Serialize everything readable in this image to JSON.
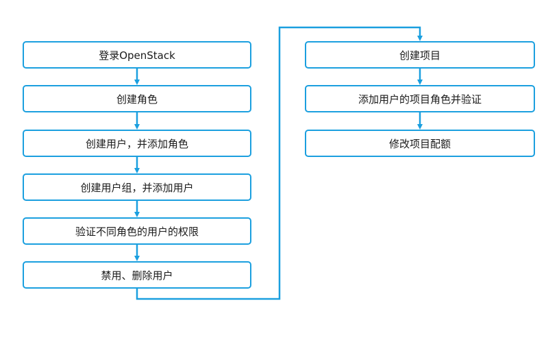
{
  "flowchart": {
    "accent_color": "#1a9fdf",
    "steps": [
      {
        "label": "登录OpenStack"
      },
      {
        "label": "创建角色"
      },
      {
        "label": "创建用户，并添加角色"
      },
      {
        "label": "创建用户组，并添加用户"
      },
      {
        "label": "验证不同角色的用户的权限"
      },
      {
        "label": "禁用、删除用户"
      },
      {
        "label": "创建项目"
      },
      {
        "label": "添加用户的项目角色并验证"
      },
      {
        "label": "修改项目配额"
      }
    ]
  }
}
